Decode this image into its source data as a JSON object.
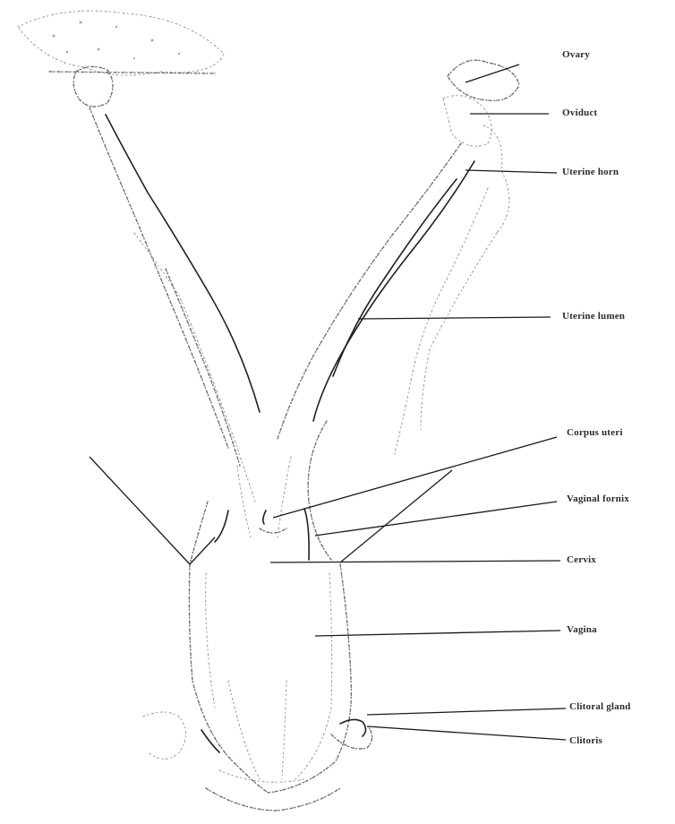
{
  "labels": {
    "ovary": "Ovary",
    "oviduct": "Oviduct",
    "uterine_horn": "Uterine horn",
    "uterine_lumen": "Uterine lumen",
    "corpus_uteri": "Corpus uteri",
    "vaginal_fornix": "Vaginal fornix",
    "cervix": "Cervix",
    "vagina": "Vagina",
    "clitoral_gland": "Clitoral gland",
    "clitoris": "Clitoris"
  },
  "colors": {
    "background": "#ffffff",
    "ink": "#1f1f1f",
    "faint_ink": "#9c9c9c"
  }
}
